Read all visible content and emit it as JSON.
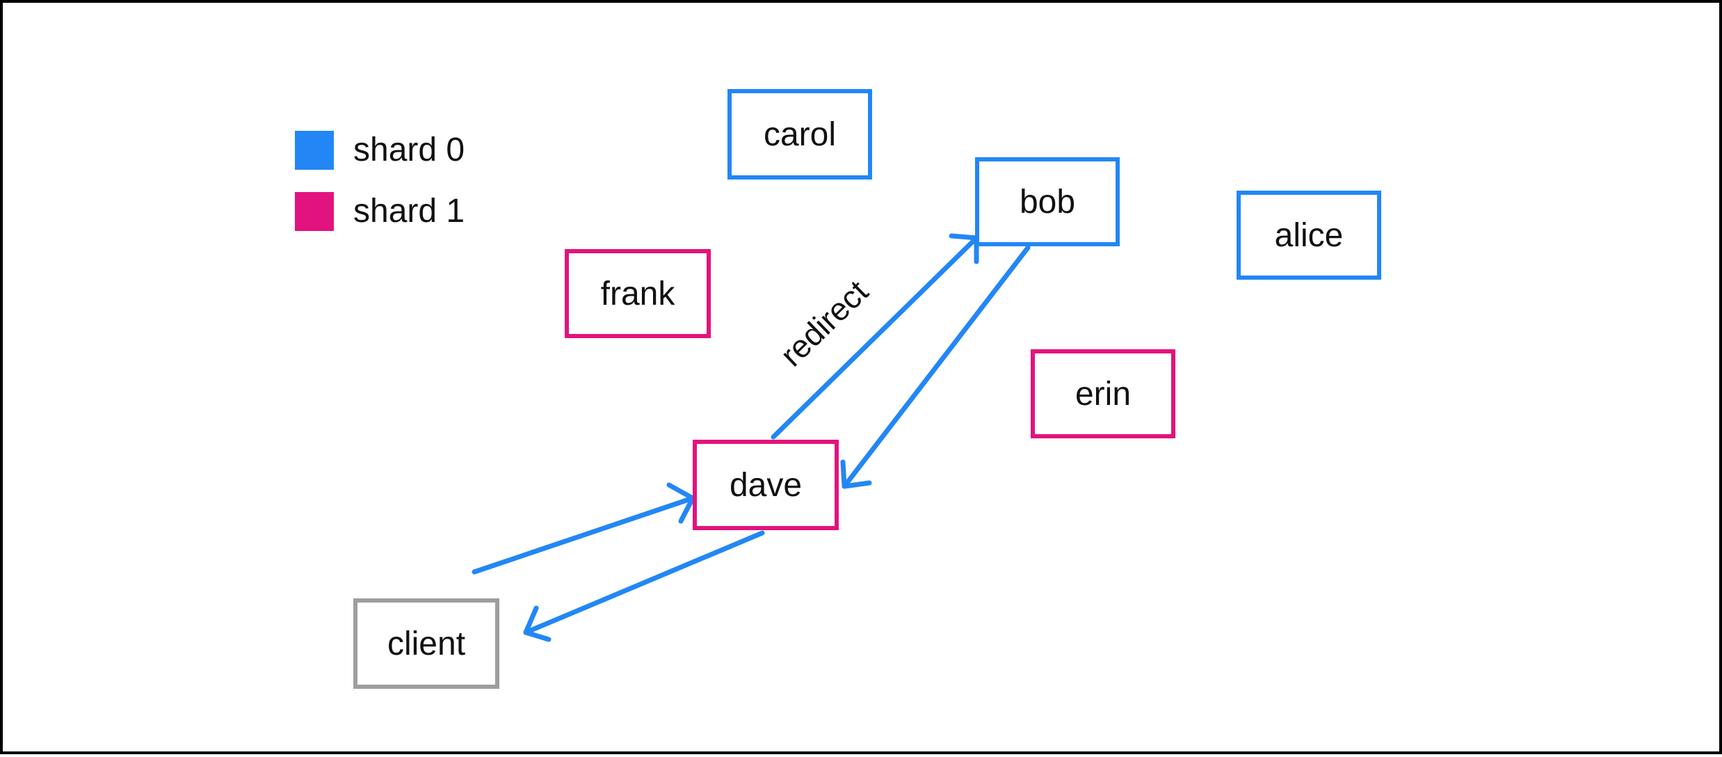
{
  "colors": {
    "shard0": "#2287f5",
    "shard1": "#e2137e",
    "external": "#9e9e9e",
    "edge": "#2287f5"
  },
  "legend": [
    {
      "label": "shard 0",
      "color": "#2287f5"
    },
    {
      "label": "shard 1",
      "color": "#e2137e"
    }
  ],
  "nodes": {
    "carol": {
      "label": "carol",
      "shard": "shard 0"
    },
    "bob": {
      "label": "bob",
      "shard": "shard 0"
    },
    "alice": {
      "label": "alice",
      "shard": "shard 0"
    },
    "frank": {
      "label": "frank",
      "shard": "shard 1"
    },
    "erin": {
      "label": "erin",
      "shard": "shard 1"
    },
    "dave": {
      "label": "dave",
      "shard": "shard 1"
    },
    "client": {
      "label": "client",
      "shard": ""
    }
  },
  "edges": [
    {
      "from": "client",
      "to": "dave",
      "label": ""
    },
    {
      "from": "dave",
      "to": "bob",
      "label": "redirect"
    },
    {
      "from": "bob",
      "to": "dave",
      "label": ""
    },
    {
      "from": "dave",
      "to": "client",
      "label": ""
    }
  ]
}
